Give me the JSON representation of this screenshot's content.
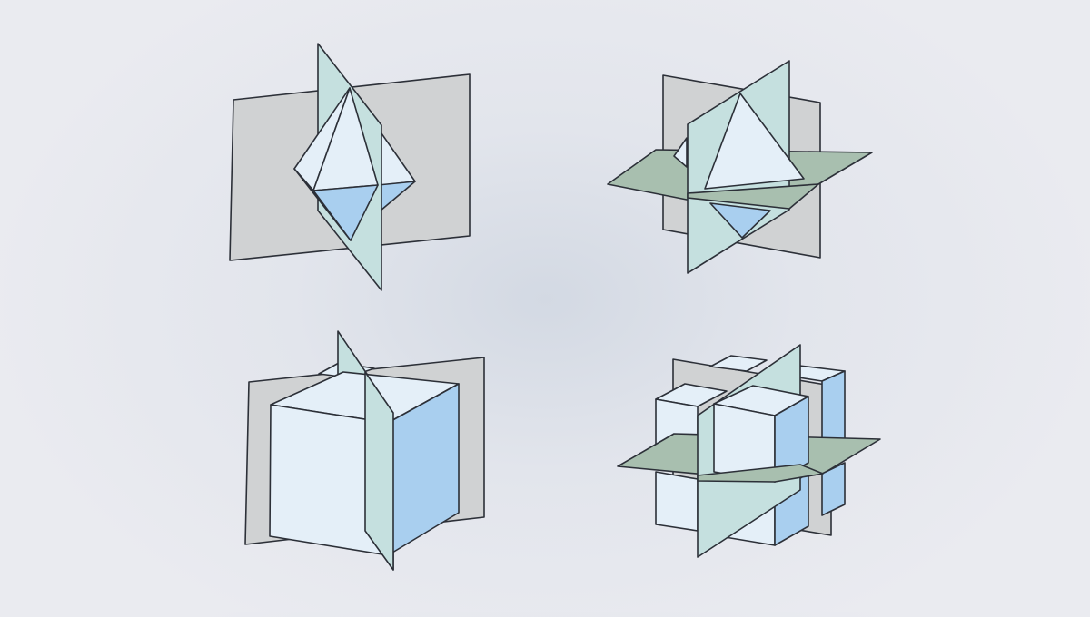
{
  "figure": {
    "panels": [
      {
        "id": "octahedron-vertical-planes",
        "solid": "octahedron",
        "cutting_planes": [
          "vertical-front",
          "vertical-side"
        ]
      },
      {
        "id": "octahedron-three-planes",
        "solid": "octahedron",
        "cutting_planes": [
          "vertical-front",
          "vertical-side",
          "horizontal"
        ]
      },
      {
        "id": "cube-vertical-planes",
        "solid": "cube",
        "cutting_planes": [
          "vertical-front",
          "vertical-side"
        ]
      },
      {
        "id": "cube-three-planes",
        "solid": "cube",
        "cutting_planes": [
          "vertical-front",
          "vertical-side",
          "horizontal"
        ]
      }
    ],
    "colors": {
      "background": "#e4e7ee",
      "vertical_front_plane": "#d0d2d3",
      "vertical_side_plane": "#c5e0df",
      "horizontal_plane": "#a8bfaf",
      "solid_light_face": "#e4eff8",
      "solid_blue_face": "#a9cfef",
      "outline": "#2c3038"
    }
  }
}
